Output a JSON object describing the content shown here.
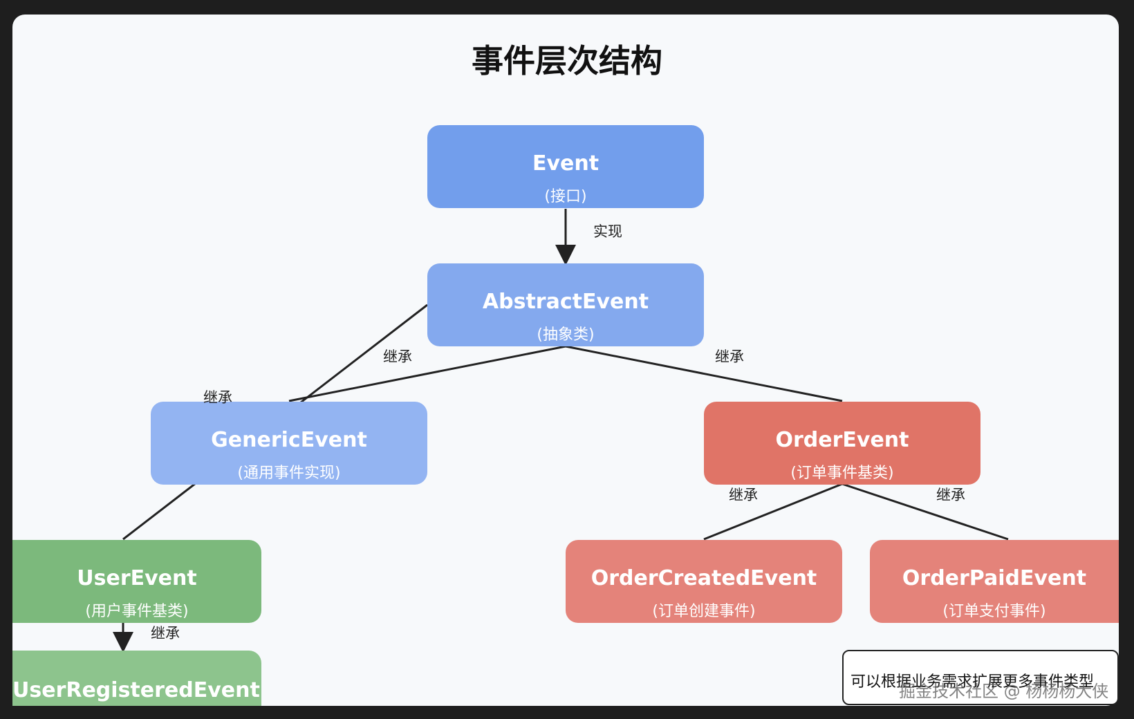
{
  "title": "事件层次结构",
  "nodes": {
    "event": {
      "name": "Event",
      "sub": "(接口)"
    },
    "abstract": {
      "name": "AbstractEvent",
      "sub": "(抽象类)"
    },
    "generic": {
      "name": "GenericEvent",
      "sub": "(通用事件实现)"
    },
    "order": {
      "name": "OrderEvent",
      "sub": "(订单事件基类)"
    },
    "user": {
      "name": "UserEvent",
      "sub": "(用户事件基类)"
    },
    "order_created": {
      "name": "OrderCreatedEvent",
      "sub": "(订单创建事件)"
    },
    "order_paid": {
      "name": "OrderPaidEvent",
      "sub": "(订单支付事件)"
    },
    "user_registered": {
      "name": "UserRegisteredEvent"
    }
  },
  "edges": {
    "implements": "实现",
    "inherits": "继承"
  },
  "colors": {
    "blue_dark": "#729eec",
    "blue_mid": "#84a9ee",
    "blue_light": "#93b4f2",
    "red_dark": "#e07467",
    "red_light": "#e4837a",
    "green_dark": "#7cb97c",
    "green_light": "#8dc48d"
  },
  "note": "可以根据业务需求扩展更多事件类型",
  "watermark": "掘金技术社区 @ 杨杨杨大侠"
}
